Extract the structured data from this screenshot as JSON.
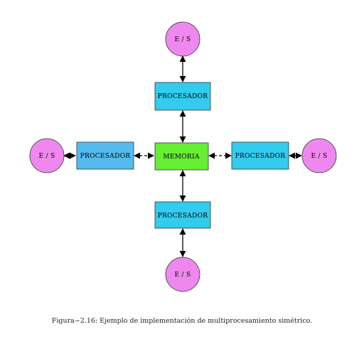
{
  "diagram": {
    "nodes": {
      "memory": {
        "label": "MEMORIA",
        "color": "#66ee33"
      },
      "cpu_top": {
        "label": "PROCESADOR",
        "color": "#33ccee"
      },
      "cpu_left": {
        "label": "PROCESADOR",
        "color": "#55bbee"
      },
      "cpu_right": {
        "label": "PROCESADOR",
        "color": "#33ccee"
      },
      "cpu_bottom": {
        "label": "PROCESADOR",
        "color": "#33ccee"
      },
      "io_top": {
        "label": "E / S",
        "color": "#ee88ee"
      },
      "io_left": {
        "label": "E / S",
        "color": "#ee88ee"
      },
      "io_right": {
        "label": "E / S",
        "color": "#ee88ee"
      },
      "io_bottom": {
        "label": "E / S",
        "color": "#ee88ee"
      }
    },
    "edges": [
      {
        "from": "io_top",
        "to": "cpu_top",
        "style": "bidirectional"
      },
      {
        "from": "cpu_top",
        "to": "memory",
        "style": "bidirectional"
      },
      {
        "from": "io_left",
        "to": "cpu_left",
        "style": "bidirectional"
      },
      {
        "from": "cpu_left",
        "to": "memory",
        "style": "bidirectional"
      },
      {
        "from": "memory",
        "to": "cpu_right",
        "style": "bidirectional"
      },
      {
        "from": "cpu_right",
        "to": "io_right",
        "style": "bidirectional"
      },
      {
        "from": "memory",
        "to": "cpu_bottom",
        "style": "bidirectional"
      },
      {
        "from": "cpu_bottom",
        "to": "io_bottom",
        "style": "bidirectional"
      }
    ],
    "caption": "Figura~2.16: Ejemplo de implementación de multiprocesamiento simétrico."
  }
}
